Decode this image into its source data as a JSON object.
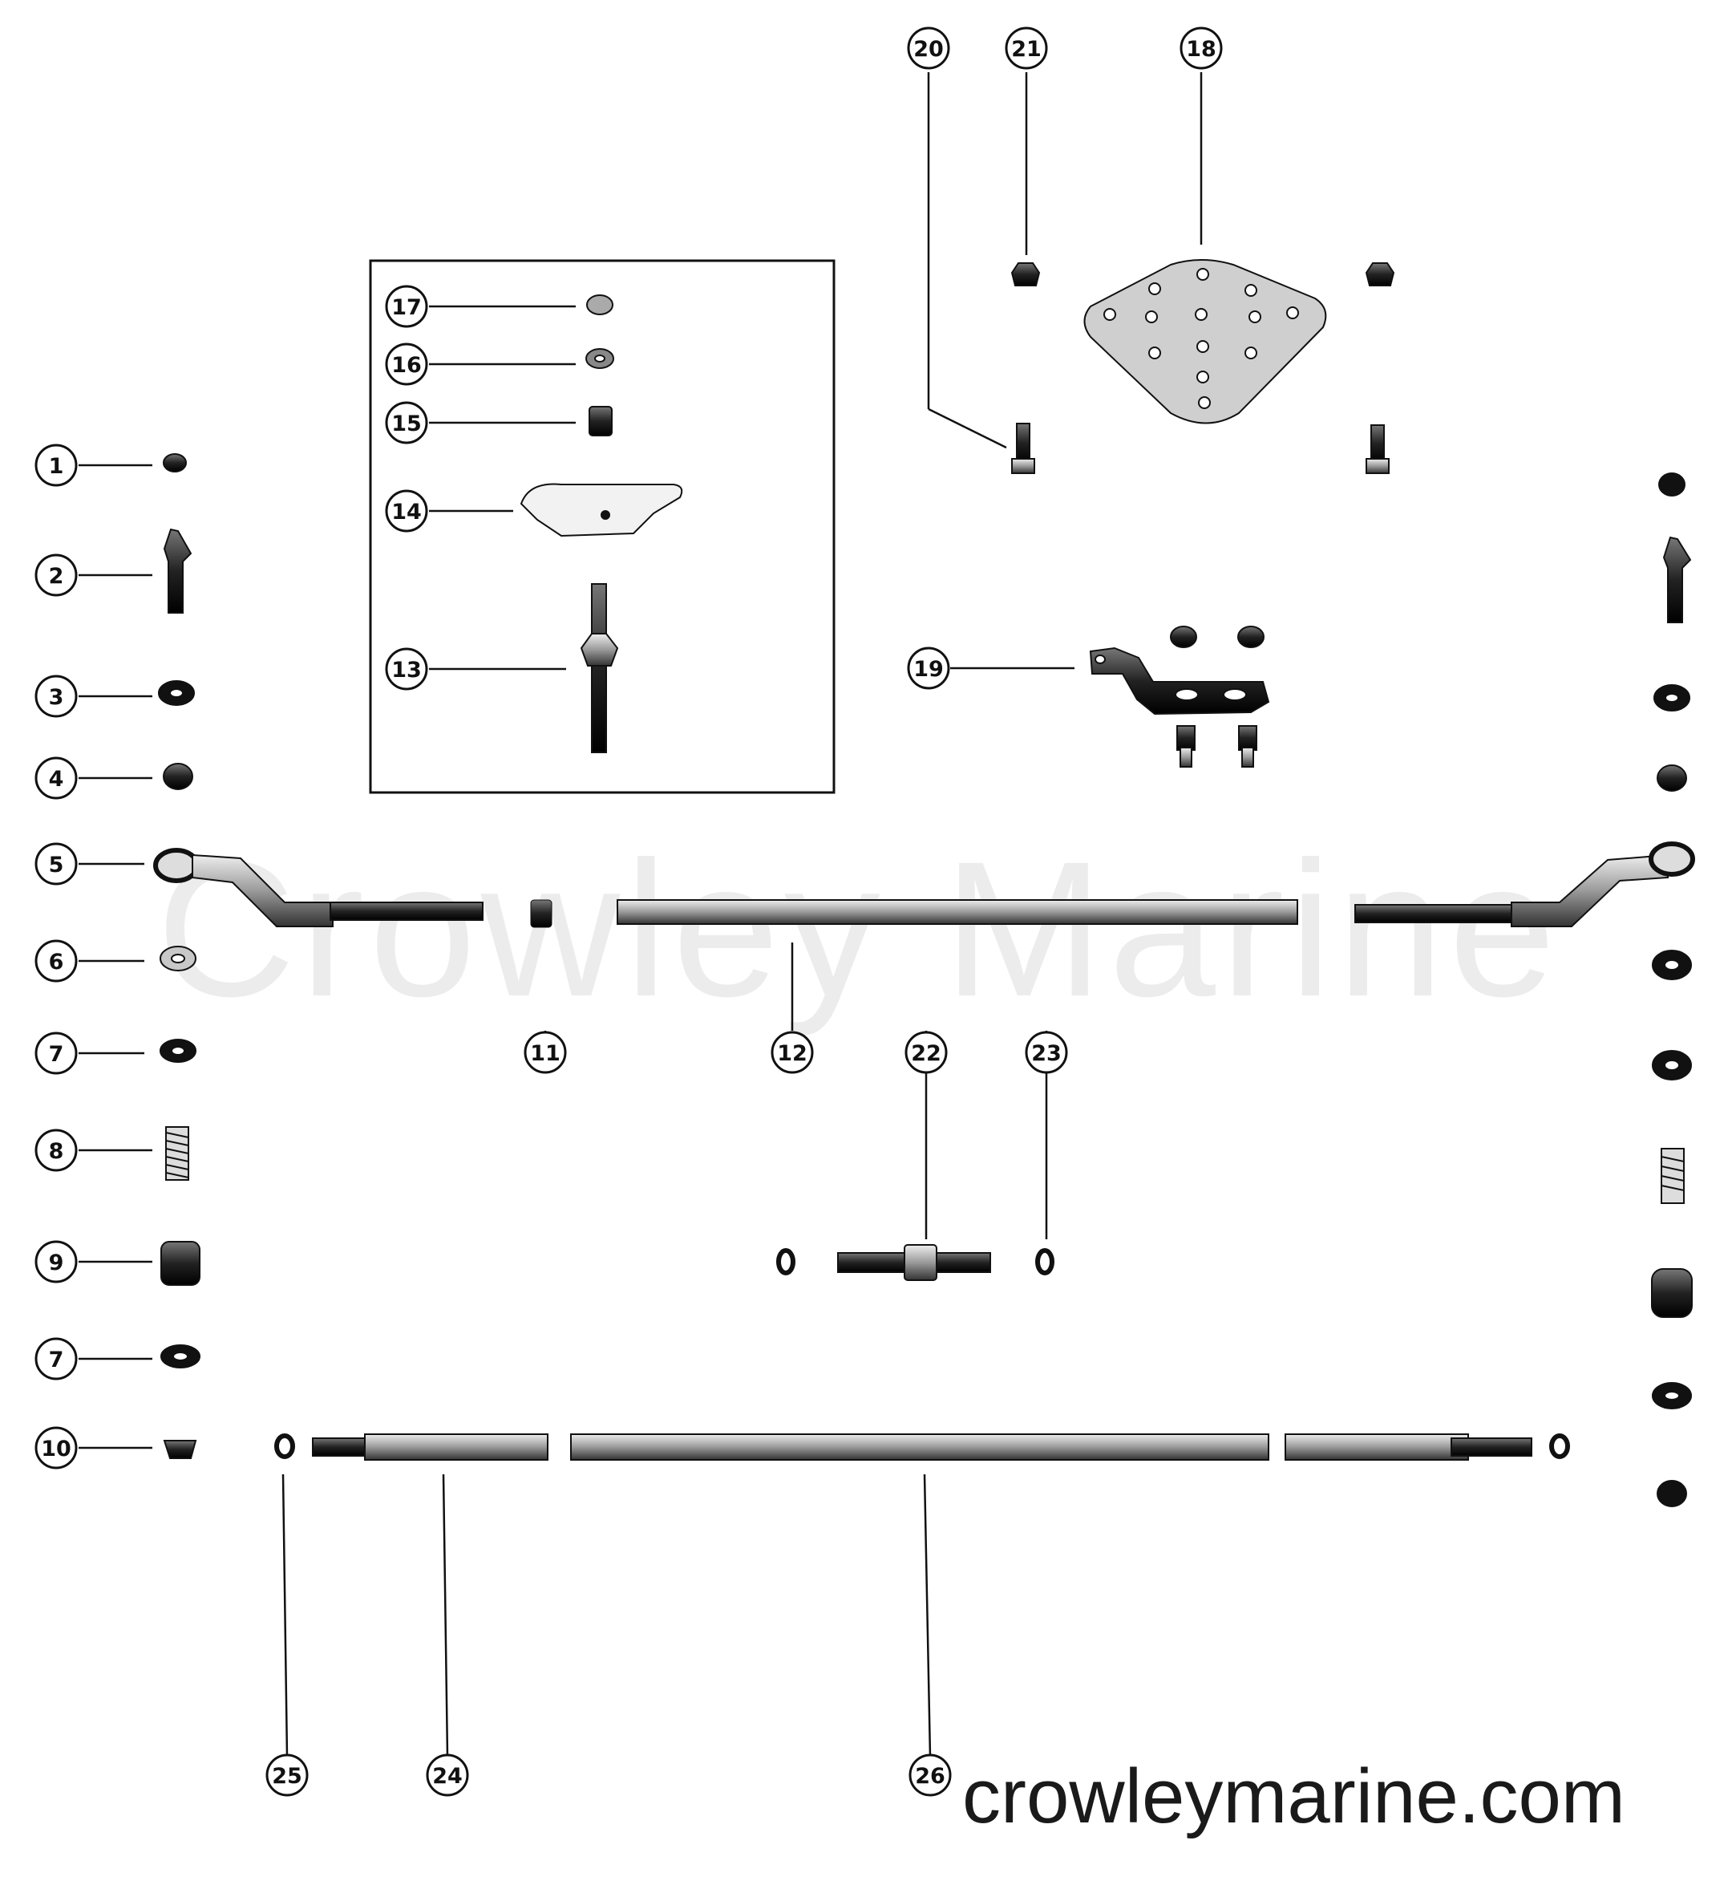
{
  "watermark": "Crowley Marine",
  "site": "crowleymarine.com",
  "callouts": [
    "1",
    "2",
    "3",
    "4",
    "5",
    "6",
    "7",
    "8",
    "9",
    "7",
    "10",
    "11",
    "12",
    "13",
    "14",
    "15",
    "16",
    "17",
    "18",
    "19",
    "20",
    "21",
    "22",
    "23",
    "24",
    "25",
    "26"
  ],
  "colors": {
    "ink": "#111111",
    "metal": "#c8c8c8",
    "dark_part": "#222222",
    "watermark": "#ececec"
  }
}
